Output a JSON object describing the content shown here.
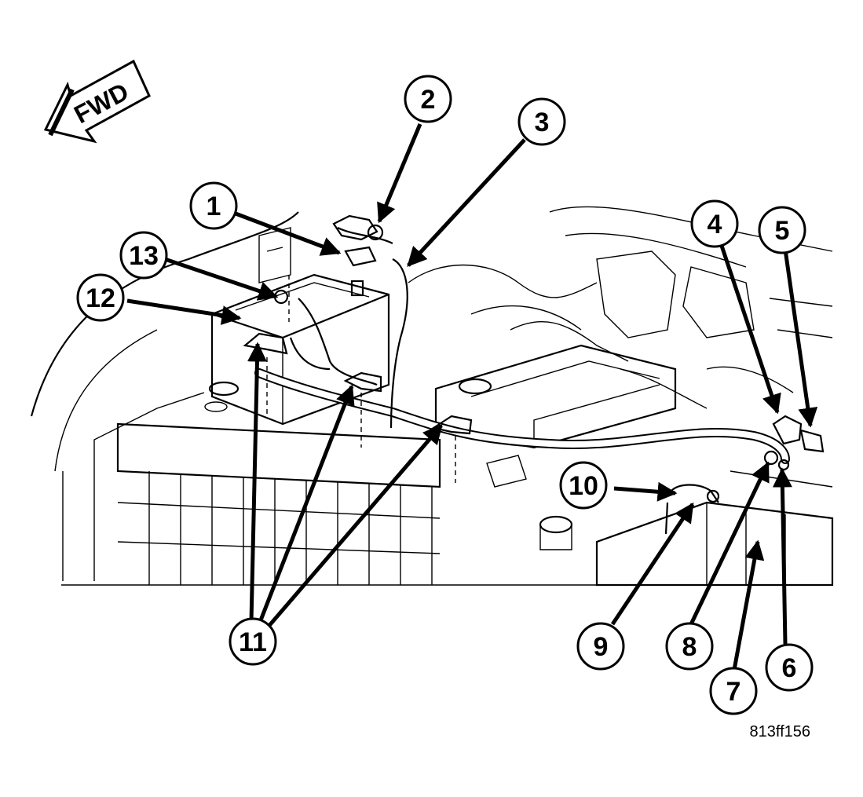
{
  "figure": {
    "fwd_label": "FWD",
    "figure_id": "813ff156",
    "callouts": [
      "1",
      "2",
      "3",
      "4",
      "5",
      "6",
      "7",
      "8",
      "9",
      "10",
      "11",
      "12",
      "13"
    ]
  }
}
